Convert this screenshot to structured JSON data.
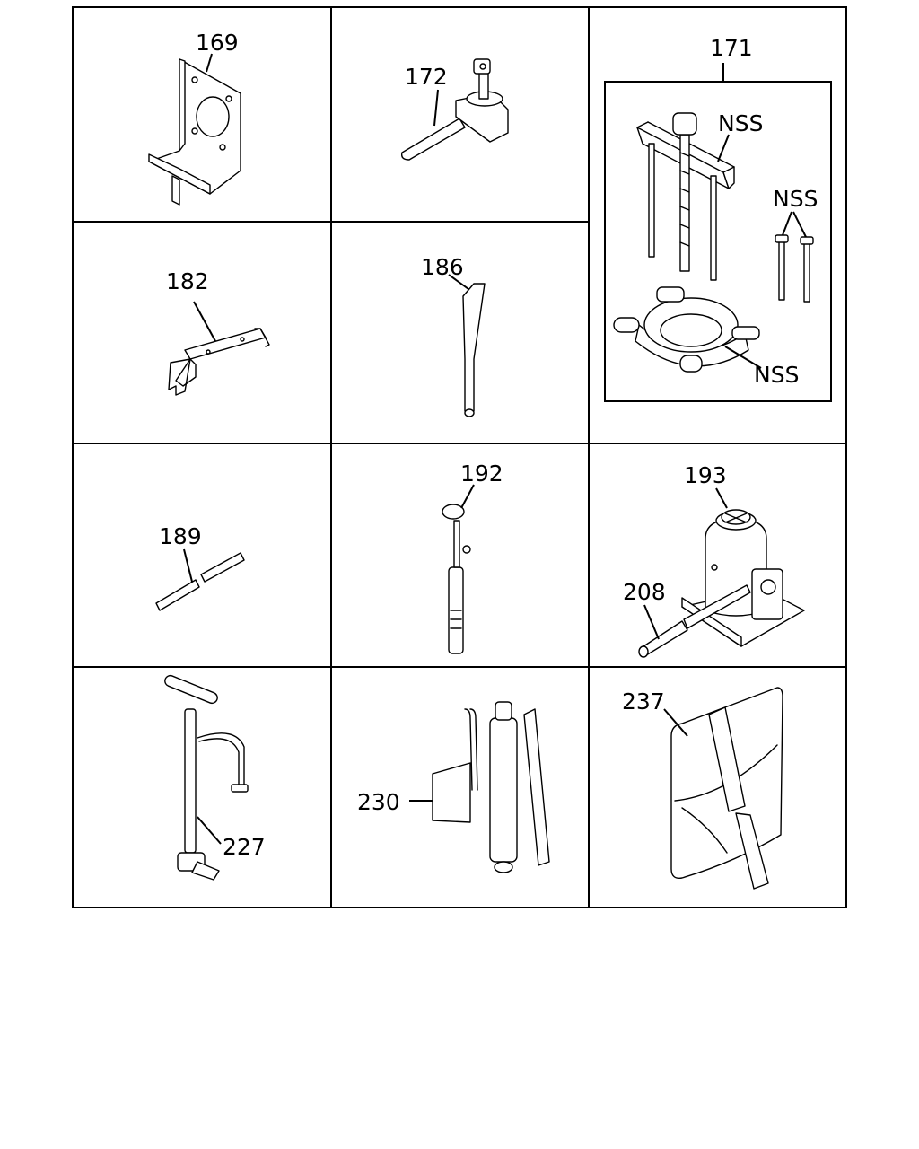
{
  "labels": {
    "p169": "169",
    "p172": "172",
    "p171": "171",
    "p182": "182",
    "p186": "186",
    "p189": "189",
    "p192": "192",
    "p193": "193",
    "p208": "208",
    "p227": "227",
    "p230": "230",
    "p237": "237",
    "nss_top": "NSS",
    "nss_bolts": "NSS",
    "nss_bottom": "NSS"
  }
}
